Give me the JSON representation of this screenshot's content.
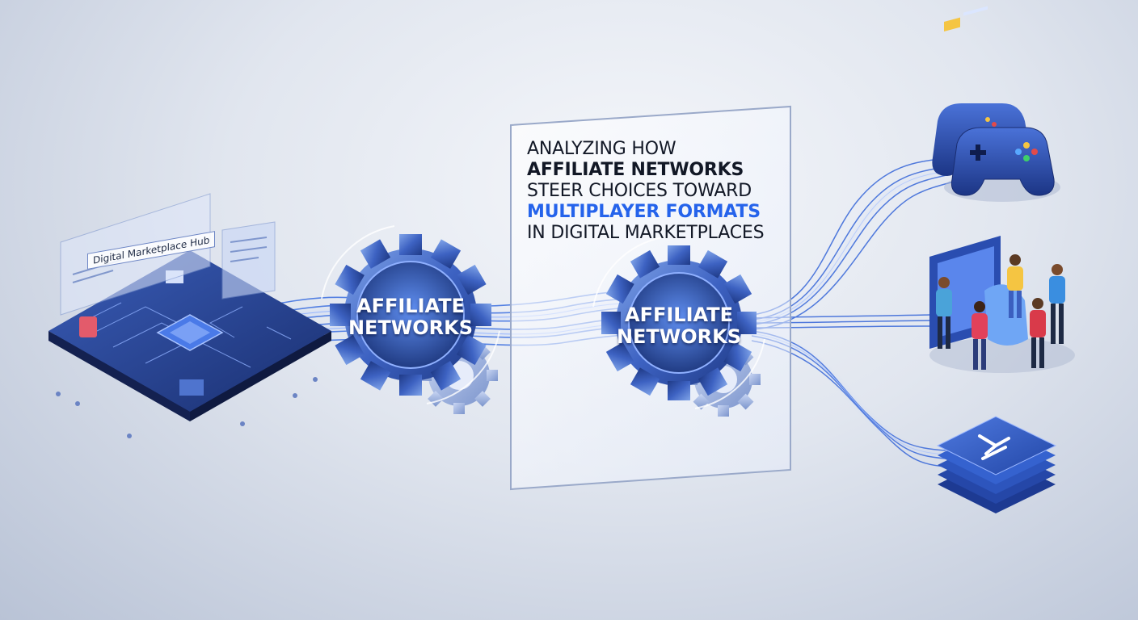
{
  "hub": {
    "label": "Digital Marketplace Hub"
  },
  "gears": [
    {
      "line1": "AFFILIATE",
      "line2": "NETWORKS"
    },
    {
      "line1": "AFFILIATE",
      "line2": "NETWORKS"
    }
  ],
  "title": {
    "line1": "ANALYZING HOW",
    "line2": "AFFILIATE NETWORKS",
    "line3": "STEER CHOICES TOWARD",
    "line4": "MULTIPLAYER FORMATS",
    "line5": "IN DIGITAL MARKETPLACES"
  },
  "outputs": [
    {
      "icon": "gamepad-icon"
    },
    {
      "icon": "team-collaboration-icon"
    },
    {
      "icon": "download-stack-icon"
    }
  ],
  "colors": {
    "accent": "#2563eb",
    "stream": "#3b6fe0",
    "gear": "#2f4f9e",
    "dark_blue": "#1e3a8a"
  }
}
